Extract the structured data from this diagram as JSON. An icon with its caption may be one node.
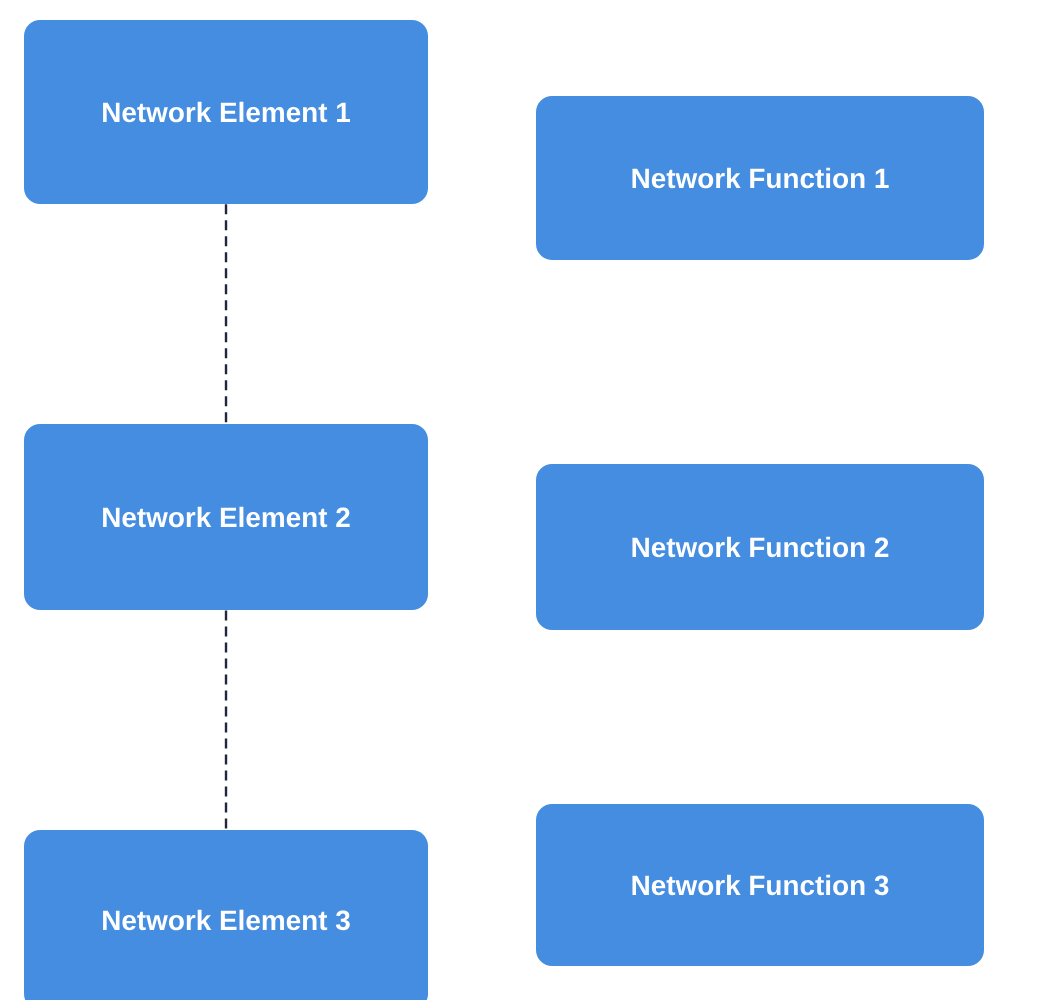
{
  "diagram": {
    "nodes": [
      {
        "text": [
          "Network Element 1"
        ]
      },
      {
        "text": [
          "Network Function 1"
        ]
      },
      {
        "text": [
          "Network Element 2"
        ]
      },
      {
        "text": [
          "Network Function 2"
        ]
      },
      {
        "text": [
          "Network Element 3"
        ]
      },
      {
        "text": [
          "Network Function 3"
        ]
      }
    ],
    "edges": [
      {
        "from": 0,
        "to": 2,
        "arrow": "none",
        "style": "dashed"
      },
      {
        "from": 2,
        "to": 4,
        "arrow": "none",
        "style": "dashed"
      }
    ]
  }
}
